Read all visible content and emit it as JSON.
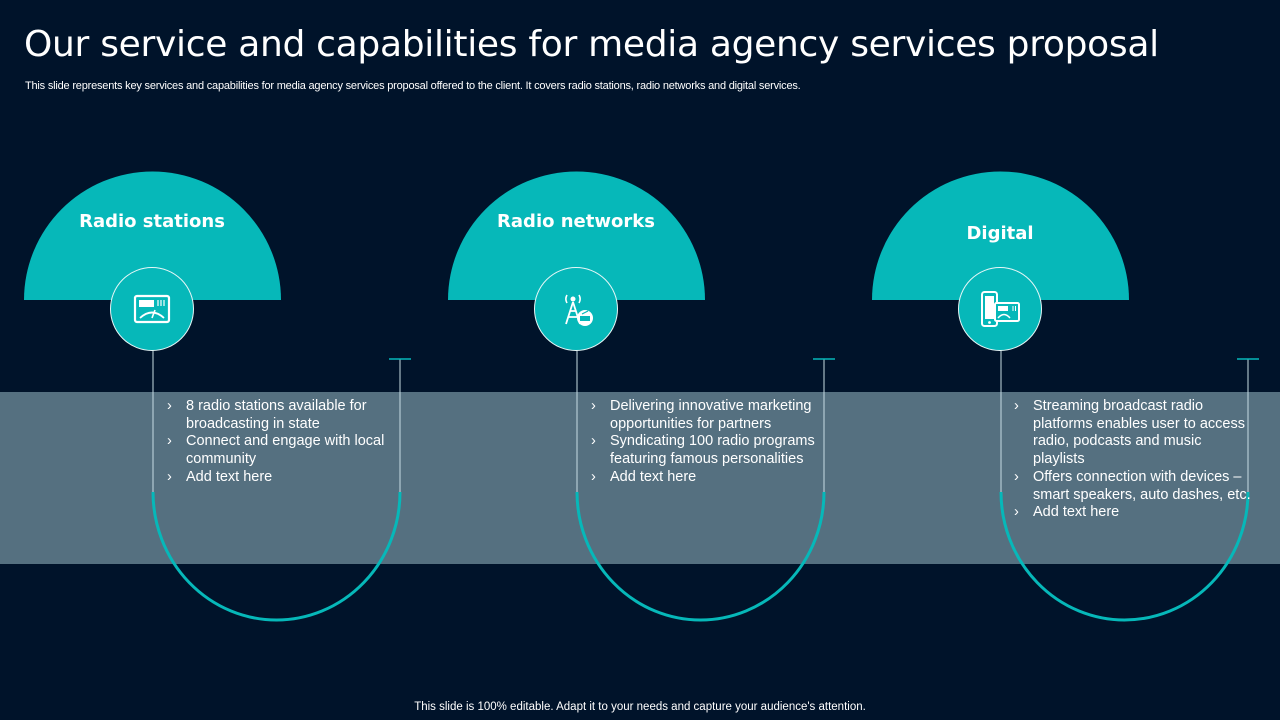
{
  "slide": {
    "title": "Our service and capabilities for media agency services proposal",
    "subtitle": "This slide represents key services and capabilities for media agency services proposal offered to the client. It covers radio stations, radio networks and digital services.",
    "footer": "This slide is 100% editable. Adapt it to your needs and capture your audience's attention."
  },
  "colors": {
    "background": "#00132a",
    "accent": "#06b8b9",
    "band": "#557080"
  },
  "services": [
    {
      "heading": "Radio stations",
      "icon": "radio-tuner-icon",
      "bullets": [
        "8 radio stations available for broadcasting in state",
        "Connect and engage with local community",
        "Add text here"
      ]
    },
    {
      "heading": "Radio networks",
      "icon": "radio-tower-icon",
      "bullets": [
        "Delivering innovative marketing opportunities for partners",
        "Syndicating 100 radio programs featuring famous personalities",
        "Add text here"
      ]
    },
    {
      "heading": "Digital",
      "icon": "mobile-radio-icon",
      "bullets": [
        "Streaming broadcast radio platforms enables user to access radio, podcasts and music playlists",
        "Offers connection with devices – smart speakers, auto dashes, etc.",
        "Add text here"
      ]
    }
  ]
}
